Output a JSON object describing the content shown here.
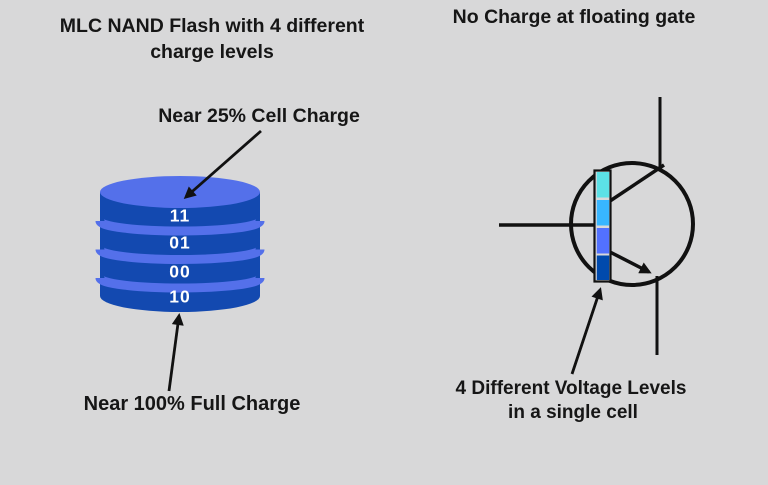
{
  "canvas": {
    "background": "#d8d8d9",
    "text_color": "#161616"
  },
  "left_panel": {
    "title_line1": "MLC NAND Flash with 4 different",
    "title_line2": "charge levels",
    "top_annotation": "Near 25% Cell Charge",
    "bottom_annotation": "Near 100% Full Charge",
    "cylinder": {
      "levels": [
        {
          "bits": "11"
        },
        {
          "bits": "01"
        },
        {
          "bits": "00"
        },
        {
          "bits": "10"
        }
      ],
      "colors": {
        "top": "#5470EA",
        "body": "#1349B0",
        "separator": "#5470EA",
        "label_text": "#ffffff"
      }
    }
  },
  "right_panel": {
    "title": "No Charge at floating gate",
    "annotation_line1": "4 Different Voltage Levels",
    "annotation_line2": "in a single cell",
    "voltage_segments": [
      {
        "name": "level-1",
        "color": "#5CE1E6"
      },
      {
        "name": "level-2",
        "color": "#38B6FF"
      },
      {
        "name": "level-3",
        "color": "#5271FF"
      },
      {
        "name": "level-4",
        "color": "#004AAD"
      }
    ],
    "line_color": "#111111"
  }
}
